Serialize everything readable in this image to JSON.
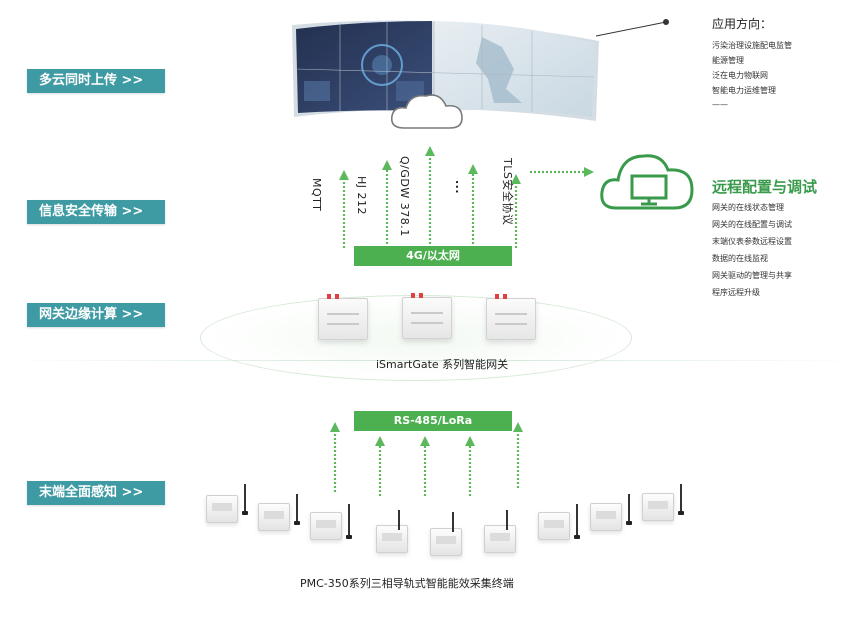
{
  "layers": {
    "cloud_upload": "多云同时上传 >>",
    "secure_transmission": "信息安全传输 >>",
    "edge_computing": "网关边缘计算 >>",
    "terminal_sensing": "末端全面感知 >>"
  },
  "applications": {
    "title": "应用方向：",
    "items": [
      "污染治理设施配电监管",
      "能源管理",
      "泛在电力物联网",
      "智能电力运维管理",
      "——"
    ]
  },
  "remote": {
    "title": "远程配置与调试",
    "items": [
      "网关的在线状态管理",
      "网关的在线配置与调试",
      "末端仪表参数远程设置",
      "数据的在线监视",
      "网关驱动的管理与共享",
      "程序远程升级"
    ]
  },
  "protocols": [
    "MQTT",
    "HJ 212",
    "Q/GDW 378.1",
    "...",
    "TLS安全协议"
  ],
  "network_bar": "4G/以太网",
  "gateway_caption": "iSmartGate 系列智能网关",
  "field_bus": "RS-485/LoRa",
  "terminal_caption": "PMC-350系列三相导轨式智能能效采集终端",
  "colors": {
    "layer_label": "#3e9aa3",
    "green_bar": "#4caf50",
    "arrow": "#5cb85c",
    "remote_title": "#3a9a4b"
  },
  "icons": [
    "dashboard-screen-wall",
    "cloud-icon",
    "cloud-monitor-icon",
    "gateway-device",
    "terminal-device",
    "antenna-icon"
  ]
}
